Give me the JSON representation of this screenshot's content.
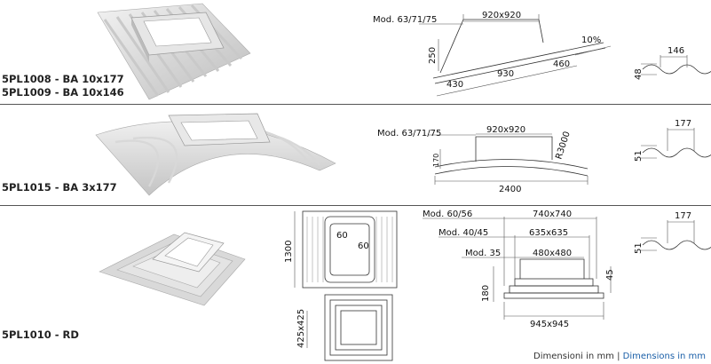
{
  "products": [
    {
      "codes": [
        "5PL1008 - BA 10x177",
        "5PL1009 - BA 10x146"
      ]
    },
    {
      "codes": [
        "5PL1015 - BA 3x177"
      ]
    },
    {
      "codes": [
        "5PL1010 - RD"
      ]
    }
  ],
  "row1": {
    "mod": "Mod. 63/71/75",
    "opening": "920x920",
    "height": "250",
    "slope": "10%",
    "d1": "430",
    "d2": "930",
    "d3": "460",
    "profile_top": "146",
    "profile_side": "48"
  },
  "row2": {
    "mod": "Mod. 63/71/75",
    "opening": "920x920",
    "radius": "R3000",
    "height": "170",
    "width": "2400",
    "profile_top": "177",
    "profile_side": "51"
  },
  "row3": {
    "plan_side": "1300",
    "plan_inner1": "60",
    "plan_inner2": "60",
    "plan2_side": "425x425",
    "mod1": "Mod. 60/56",
    "mod1_dim": "740x740",
    "mod2": "Mod. 40/45",
    "mod2_dim": "635x635",
    "mod3": "Mod. 35",
    "mod3_dim": "480x480",
    "h_left": "180",
    "h_right": "45",
    "base": "945x945",
    "profile_top": "177",
    "profile_side": "51"
  },
  "footer": {
    "it": "Dimensioni in mm",
    "sep": "|",
    "en": "Dimensions in mm"
  }
}
